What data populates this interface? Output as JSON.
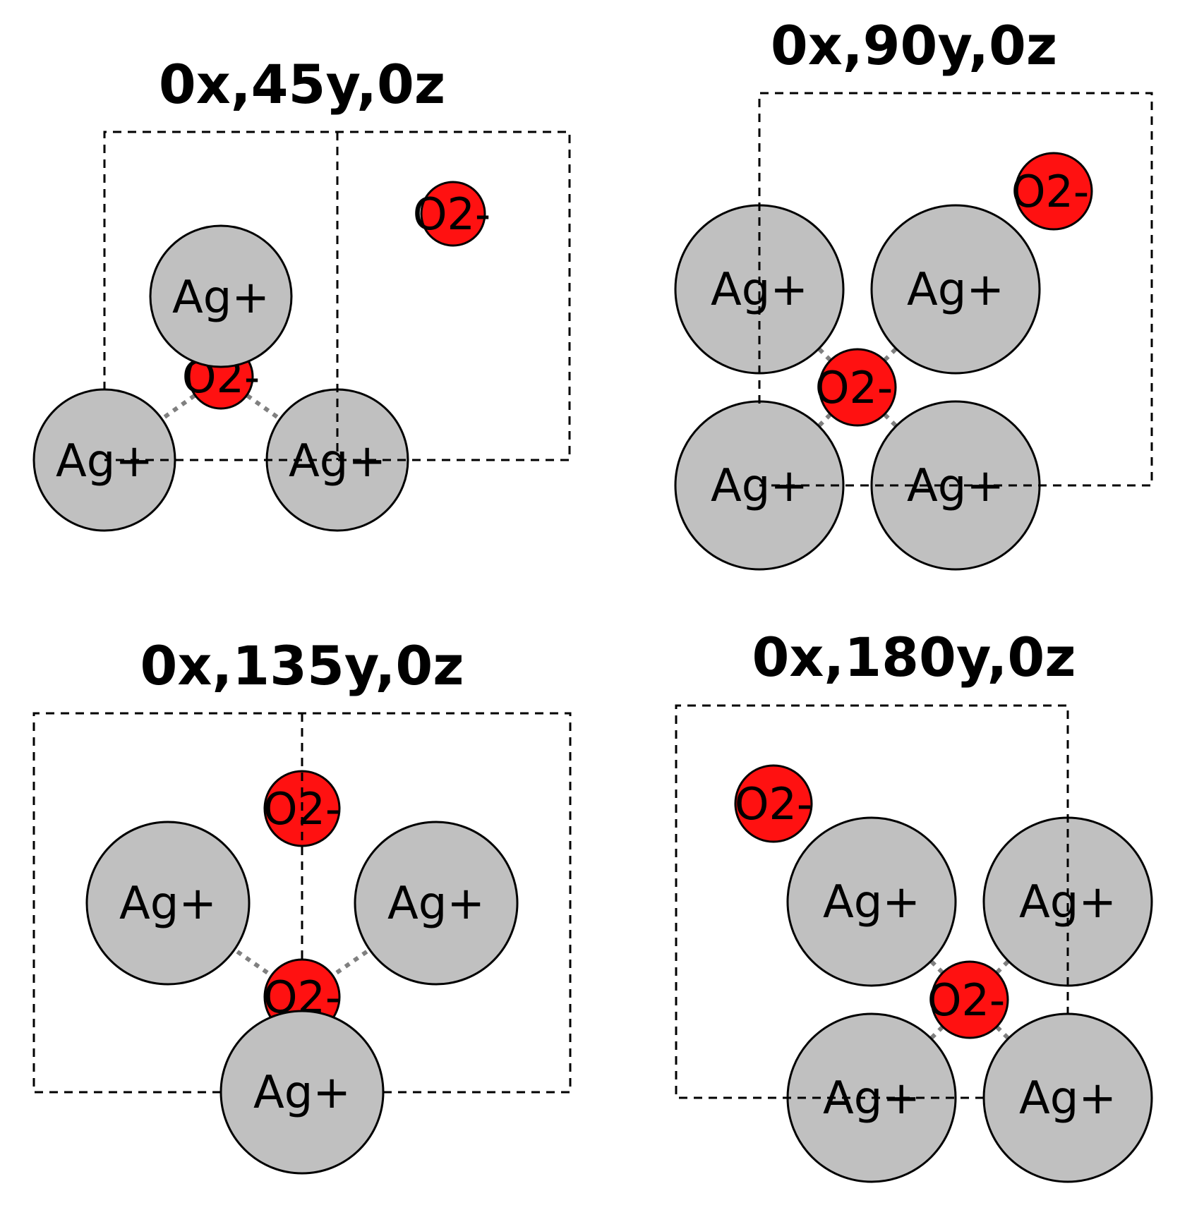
{
  "colors": {
    "ag_fill": "#c0c0c0",
    "o_fill": "#ff1111",
    "outline": "#000000",
    "bond": "#808080",
    "cell": "#000000"
  },
  "labels": {
    "ag": "Ag+",
    "o": "O2-"
  },
  "panels": [
    {
      "title": "0x,45y,0z"
    },
    {
      "title": "0x,90y,0z"
    },
    {
      "title": "0x,135y,0z"
    },
    {
      "title": "0x,180y,0z"
    }
  ]
}
